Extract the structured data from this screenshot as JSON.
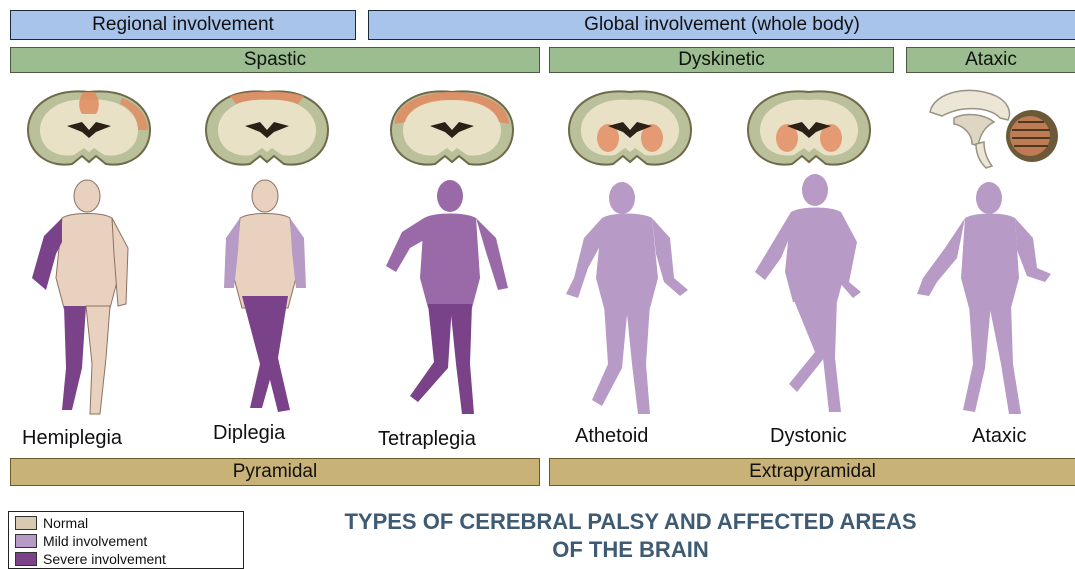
{
  "top_bars": {
    "regional": "Regional involvement",
    "global": "Global involvement (whole body)"
  },
  "category_bars": {
    "spastic": "Spastic",
    "dyskinetic": "Dyskinetic",
    "ataxic": "Ataxic"
  },
  "figures": [
    {
      "label": "Hemiplegia",
      "involvement": "mixed"
    },
    {
      "label": "Diplegia",
      "involvement": "mixed"
    },
    {
      "label": "Tetraplegia",
      "involvement": "severe"
    },
    {
      "label": "Athetoid",
      "involvement": "mild"
    },
    {
      "label": "Dystonic",
      "involvement": "mild"
    },
    {
      "label": "Ataxic",
      "involvement": "mild"
    }
  ],
  "bottom_bars": {
    "pyramidal": "Pyramidal",
    "extrapyramidal": "Extrapyramidal"
  },
  "legend": [
    {
      "label": "Normal",
      "color": "#d9c9b2"
    },
    {
      "label": "Mild involvement",
      "color": "#b79ac6"
    },
    {
      "label": "Severe involvement",
      "color": "#7a4288"
    }
  ],
  "title": {
    "line1": "TYPES OF CEREBRAL PALSY AND AFFECTED AREAS",
    "line2": "OF THE BRAIN"
  },
  "colors": {
    "skin_normal": "#e8d2bf",
    "mild": "#b79ac6",
    "severe": "#7a4288",
    "brain_tissue": "#e9e1c6",
    "brain_gray": "#b9c09a",
    "brain_affected": "#e28a5f"
  }
}
